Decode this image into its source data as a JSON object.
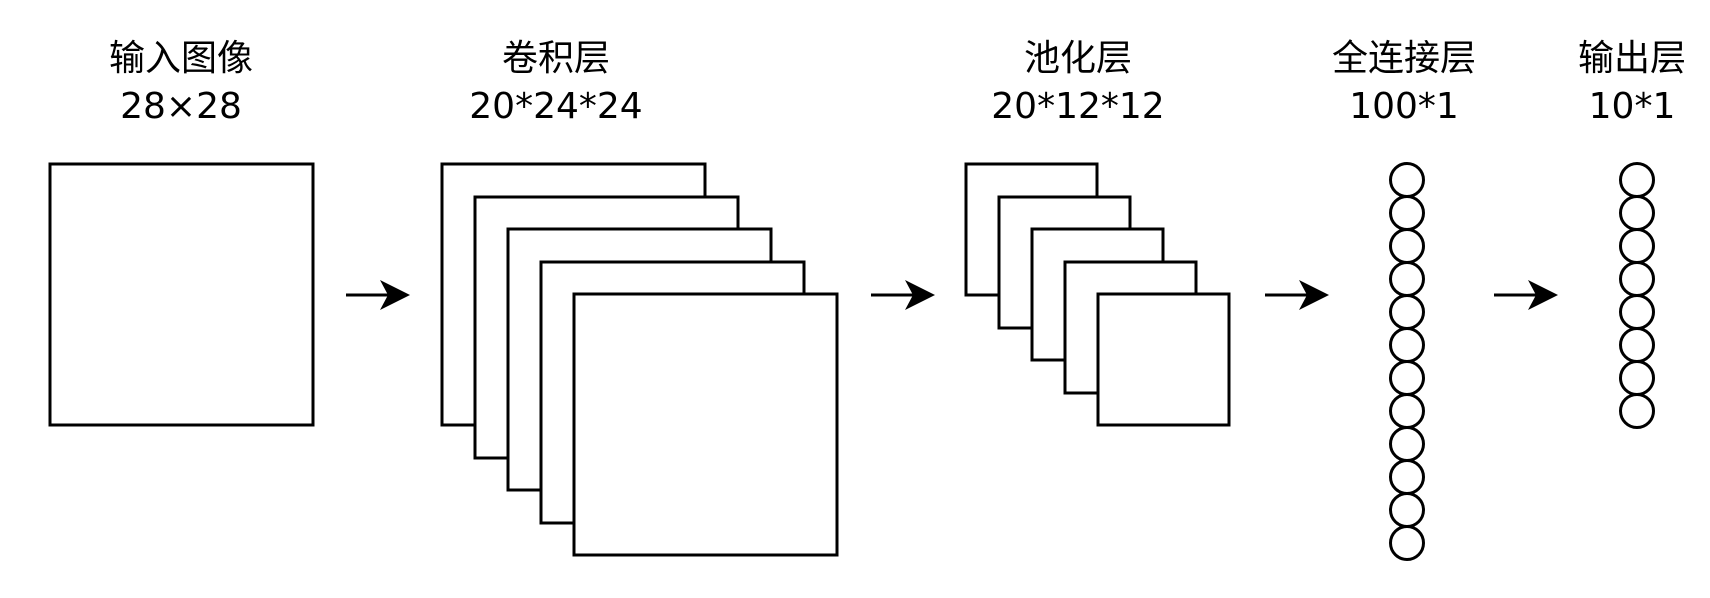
{
  "layers": [
    {
      "id": "input",
      "name": "输入图像",
      "size": "28×28"
    },
    {
      "id": "conv",
      "name": "卷积层",
      "size": "20*24*24",
      "feature_maps_drawn": 5
    },
    {
      "id": "pool",
      "name": "池化层",
      "size": "20*12*12",
      "feature_maps_drawn": 5
    },
    {
      "id": "fc",
      "name": "全连接层",
      "size": "100*1",
      "nodes_drawn": 12
    },
    {
      "id": "output",
      "name": "输出层",
      "size": "10*1",
      "nodes_drawn": 8
    }
  ],
  "colors": {
    "stroke": "#000000",
    "fill": "#ffffff",
    "background": "#ffffff"
  }
}
